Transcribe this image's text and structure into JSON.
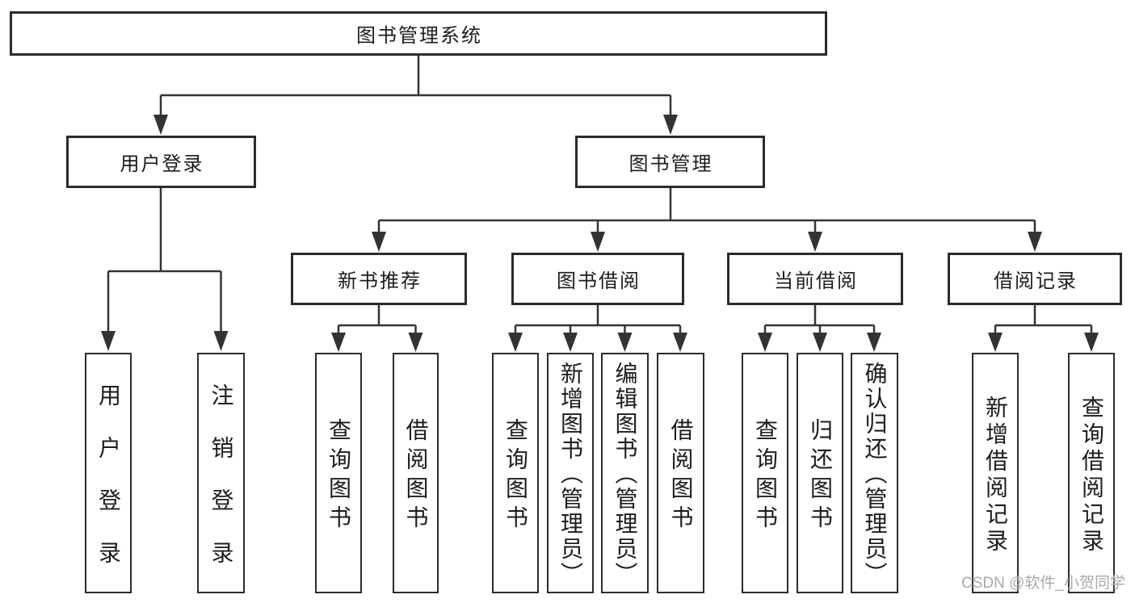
{
  "diagram": {
    "title": "图书管理系统",
    "level2": {
      "user_login": "用户登录",
      "book_mgmt": "图书管理"
    },
    "level3": {
      "new_book": "新书推荐",
      "book_borrow": "图书借阅",
      "current_borrow": "当前借阅",
      "borrow_records": "借阅记录"
    },
    "leaves": {
      "user_login": "用户登录",
      "logout": "注销登录",
      "nb_query": "查询图书",
      "nb_borrow": "借阅图书",
      "bb_query": "查询图书",
      "bb_add": "新增图书（管理员）",
      "bb_edit": "编辑图书（管理员）",
      "bb_borrow": "借阅图书",
      "cb_query": "查询图书",
      "cb_return": "归还图书",
      "cb_confirm": "确认归还（管理员）",
      "br_add": "新增借阅记录",
      "br_query": "查询借阅记录"
    }
  },
  "watermark": "CSDN @软件_小贺同学",
  "colors": {
    "line": "#333333",
    "border": "#2b2b2b",
    "text": "#1c1c1c",
    "watermark": "#a6a9ad",
    "background": "#ffffff"
  }
}
